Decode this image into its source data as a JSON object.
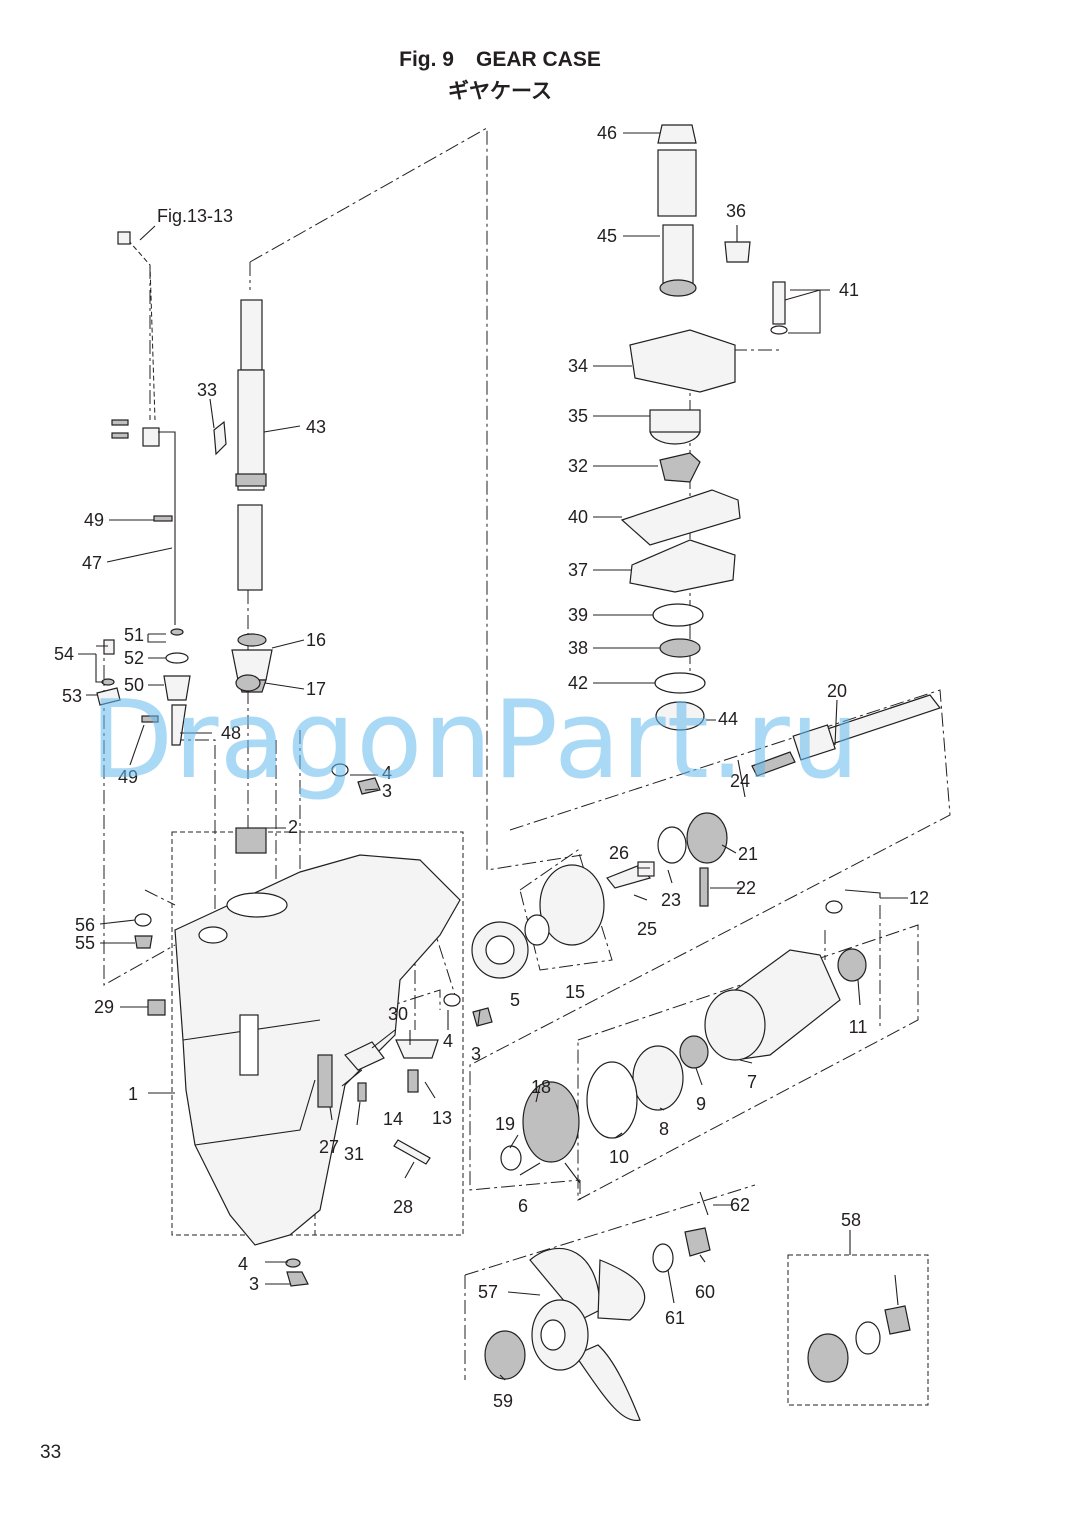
{
  "figure": {
    "number": "Fig. 9",
    "title": "GEAR CASE",
    "title_jp": "ギヤケース"
  },
  "page_number": "33",
  "watermark": "DragonPart.ru",
  "reference": "Fig.13-13",
  "part_labels": [
    "1",
    "2",
    "3",
    "3",
    "3",
    "4",
    "4",
    "4",
    "5",
    "6",
    "7",
    "8",
    "9",
    "10",
    "11",
    "12",
    "13",
    "14",
    "15",
    "16",
    "17",
    "18",
    "19",
    "20",
    "21",
    "22",
    "23",
    "24",
    "25",
    "26",
    "27",
    "28",
    "29",
    "30",
    "31",
    "32",
    "33",
    "34",
    "35",
    "36",
    "37",
    "38",
    "39",
    "40",
    "41",
    "42",
    "43",
    "44",
    "45",
    "46",
    "47",
    "48",
    "49",
    "49",
    "50",
    "51",
    "52",
    "53",
    "54",
    "55",
    "56",
    "57",
    "58",
    "59",
    "60",
    "61",
    "62"
  ]
}
